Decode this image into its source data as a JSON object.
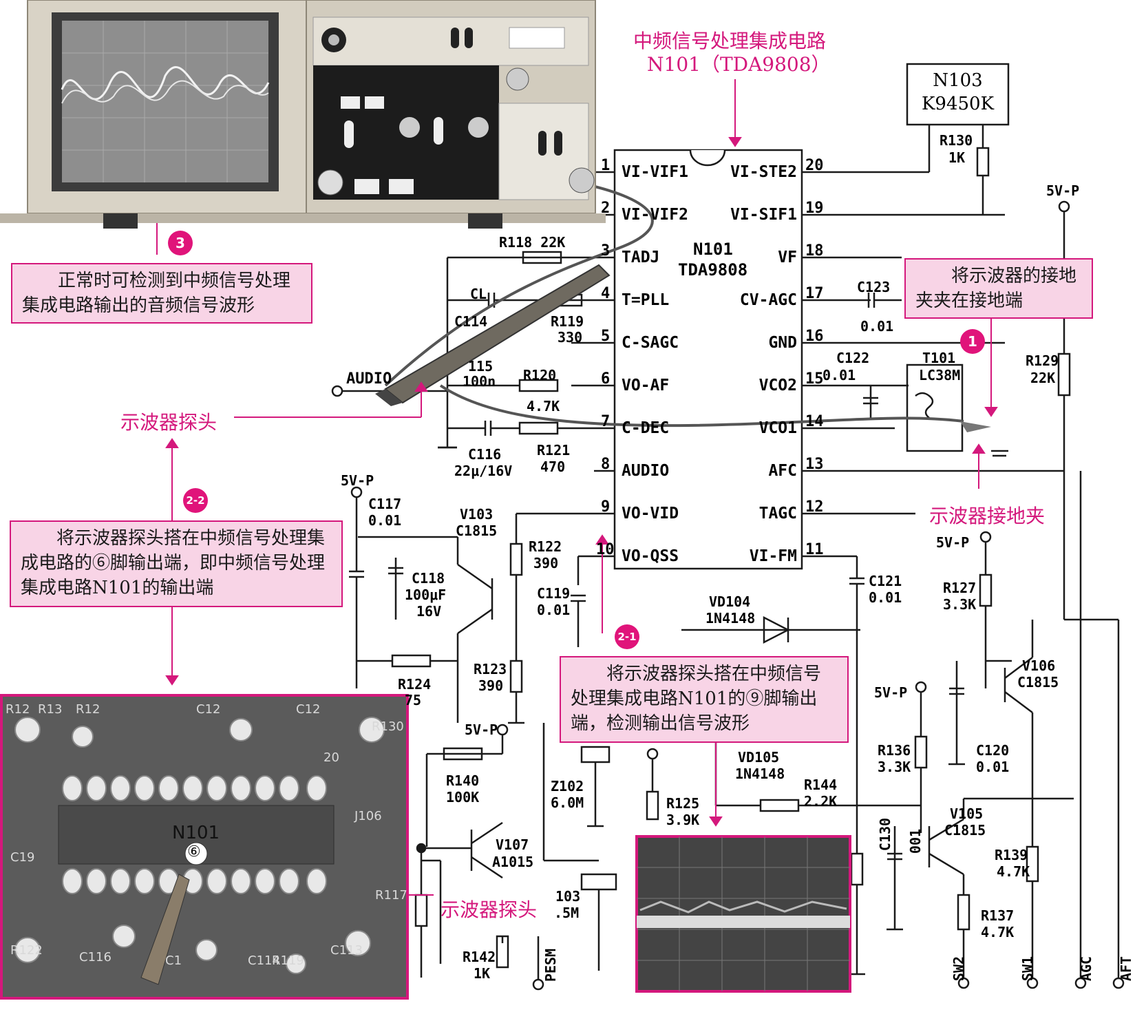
{
  "title": {
    "line1": "中频信号处理集成电路",
    "line2": "N101（TDA9808）"
  },
  "ic": {
    "name": "N101",
    "part": "TDA9808",
    "left_pins": [
      {
        "num": "1",
        "name": "VI-VIF1"
      },
      {
        "num": "2",
        "name": "VI-VIF2"
      },
      {
        "num": "3",
        "name": "TADJ"
      },
      {
        "num": "4",
        "name": "T=PLL"
      },
      {
        "num": "5",
        "name": "C-SAGC"
      },
      {
        "num": "6",
        "name": "VO-AF"
      },
      {
        "num": "7",
        "name": "C-DEC"
      },
      {
        "num": "8",
        "name": "AUDIO"
      },
      {
        "num": "9",
        "name": "VO-VID"
      },
      {
        "num": "10",
        "name": "VO-QSS"
      }
    ],
    "right_pins": [
      {
        "num": "20",
        "name": "VI-STE2"
      },
      {
        "num": "19",
        "name": "VI-SIF1"
      },
      {
        "num": "18",
        "name": "VF"
      },
      {
        "num": "17",
        "name": "CV-AGC"
      },
      {
        "num": "16",
        "name": "GND"
      },
      {
        "num": "15",
        "name": "VCO2"
      },
      {
        "num": "14",
        "name": "VCO1"
      },
      {
        "num": "13",
        "name": "AFC"
      },
      {
        "num": "12",
        "name": "TAGC"
      },
      {
        "num": "11",
        "name": "VI-FM"
      }
    ]
  },
  "n103": {
    "line1": "N103",
    "line2": "K9450K"
  },
  "components": {
    "r130": "R130",
    "r130v": "1K",
    "r118": "R118 22K",
    "c114": "C114",
    "r119": "R119",
    "r119v": "330",
    "c115": "115",
    "c115v": "100n",
    "r120": "R120",
    "r120v": "4.7K",
    "c116": "C116",
    "c116v": "22μ/16V",
    "r121": "R121",
    "r121v": "470",
    "c123": "C123",
    "c123v": "0.01",
    "c122": "C122",
    "c122v": "0.01",
    "t101": "T101",
    "t101v": "LC38M",
    "r129": "R129",
    "r129v": "22K",
    "c117": "C117",
    "c117v": "0.01",
    "c118": "C118",
    "c118v": "100μF",
    "c118v2": "16V",
    "v103": "V103",
    "v103v": "C1815",
    "r122": "R122",
    "r122v": "390",
    "c119": "C119",
    "c119v": "0.01",
    "r123": "R123",
    "r123v": "390",
    "r124": "R124",
    "r124v": "75",
    "vd104": "VD104",
    "vd104v": "1N4148",
    "c121": "C121",
    "c121v": "0.01",
    "r127": "R127",
    "r127v": "3.3K",
    "v106": "V106",
    "v106v": "C1815",
    "c120": "C120",
    "c120v": "0.01",
    "r136": "R136",
    "r136v": "3.3K",
    "vd105": "VD105",
    "vd105v": "1N4148",
    "r144": "R144",
    "r144v": "2.2K",
    "r125": "R125",
    "r125v": "3.9K",
    "z102": "Z102",
    "z102v": "6.0M",
    "r140": "R140",
    "r140v": "100K",
    "v107": "V107",
    "v107v": "A1015",
    "v105": "V105",
    "v105v": "C1815",
    "c130": "C130",
    "c130v": "001",
    "r139": "R139",
    "r139v": "4.7K",
    "r137": "R137",
    "r137v": "4.7K",
    "r142": "R142",
    "r142v": "1K",
    "z103": "103",
    "z103v": ".5M",
    "cl": "CL"
  },
  "power_labels": {
    "p1": "5V-P",
    "p2": "5V-P",
    "p3": "5V-P",
    "p4": "5V-P",
    "p5": "5V-P"
  },
  "terminals": {
    "audio": "AUDIO",
    "sw2": "SW2",
    "sw1": "SW1",
    "agc": "AGC",
    "aft": "AFT",
    "pesm": "PESM"
  },
  "annotations": {
    "step3": {
      "badge": "3",
      "text": "正常时可检测到中频信号处理集成电路输出的音频信号波形"
    },
    "step1": {
      "badge": "1",
      "text": "将示波器的接地夹夹在接地端"
    },
    "step2_2": {
      "badge": "2-2",
      "text": "将示波器探头搭在中频信号处理集成电路的⑥脚输出端，即中频信号处理集成电路N101的输出端"
    },
    "step2_1": {
      "badge": "2-1",
      "text": "将示波器探头搭在中频信号处理集成电路N101的⑨脚输出端，检测输出信号波形"
    },
    "probe_label_1": "示波器探头",
    "probe_label_2": "示波器探头",
    "ground_clip_label": "示波器接地夹"
  },
  "pcb": {
    "ic_label": "N101",
    "pin_marker": "⑥",
    "silk": [
      "R12",
      "R13",
      "R12",
      "C12",
      "C12",
      "R130",
      "J106",
      "C19",
      "R117",
      "R122",
      "C116",
      "C1",
      "C114",
      "R119",
      "C113",
      "20"
    ]
  }
}
